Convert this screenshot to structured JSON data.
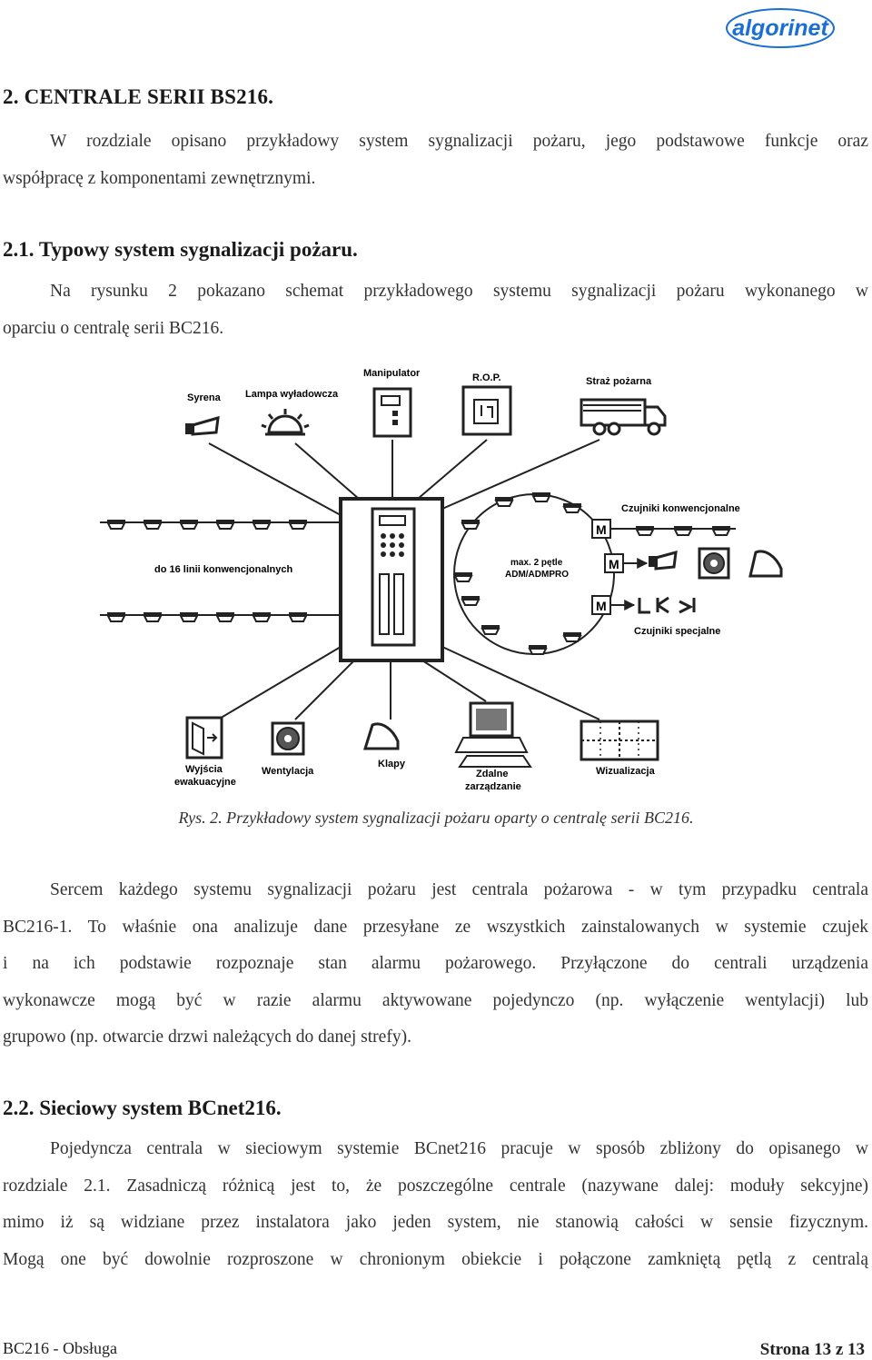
{
  "header": {
    "logo_text": "algorinet",
    "logo_color": "#1a6fd1"
  },
  "section1": {
    "heading": "2. CENTRALE SERII BS216.",
    "paragraph_lines": [
      "W rozdziale opisano przykładowy system sygnalizacji pożaru, jego podstawowe funkcje oraz",
      "współpracę z komponentami zewnętrznymi."
    ]
  },
  "section2": {
    "heading": "2.1. Typowy system sygnalizacji pożaru.",
    "paragraph_lines": [
      "Na rysunku 2 pokazano schemat przykładowego systemu sygnalizacji pożaru wykonanego w",
      "oparciu o centralę serii BC216."
    ]
  },
  "figure": {
    "labels": {
      "syrena": "Syrena",
      "lampa": "Lampa wyładowcza",
      "manipulator": "Manipulator",
      "rop": "R.O.P.",
      "straz": "Straż pożarna",
      "czujniki_konw": "Czujniki konwencjonalne",
      "linie": "do 16 linii konwencjonalnych",
      "petle_1": "max. 2 pętle",
      "petle_2": "ADM/ADMPRO",
      "czujniki_spec": "Czujniki specjalne",
      "wyjscia_1": "Wyjścia",
      "wyjscia_2": "ewakuacyjne",
      "wentylacja": "Wentylacja",
      "klapy": "Klapy",
      "zdalne_1": "Zdalne",
      "zdalne_2": "zarządzanie",
      "wizualizacja": "Wizualizacja",
      "module_letter": "M"
    },
    "caption": "Rys. 2. Przykładowy system sygnalizacji pożaru oparty o centralę serii BC216."
  },
  "section2_body": {
    "paragraph_lines": [
      "Sercem każdego systemu sygnalizacji pożaru jest centrala pożarowa - w tym przypadku centrala",
      "BC216-1. To właśnie ona analizuje dane przesyłane ze wszystkich zainstalowanych w systemie czujek",
      "i na ich podstawie rozpoznaje stan alarmu pożarowego. Przyłączone do centrali urządzenia",
      "wykonawcze mogą być w razie alarmu aktywowane pojedynczo (np. wyłączenie wentylacji) lub",
      "grupowo (np. otwarcie drzwi należących do danej strefy)."
    ]
  },
  "section3": {
    "heading": "2.2. Sieciowy system BCnet216.",
    "paragraph_lines": [
      "Pojedyncza centrala w sieciowym systemie BCnet216 pracuje w sposób zbliżony do opisanego w",
      "rozdziale 2.1. Zasadniczą różnicą jest to, że poszczególne centrale (nazywane dalej: moduły sekcyjne)",
      "mimo iż są widziane przez instalatora jako jeden system, nie stanowią całości w sensie fizycznym.",
      "Mogą one być dowolnie rozproszone w chronionym obiekcie i połączone zamkniętą pętlą z centralą"
    ]
  },
  "footer": {
    "left": "BC216 - Obsługa",
    "right": "Strona 13 z 13"
  }
}
